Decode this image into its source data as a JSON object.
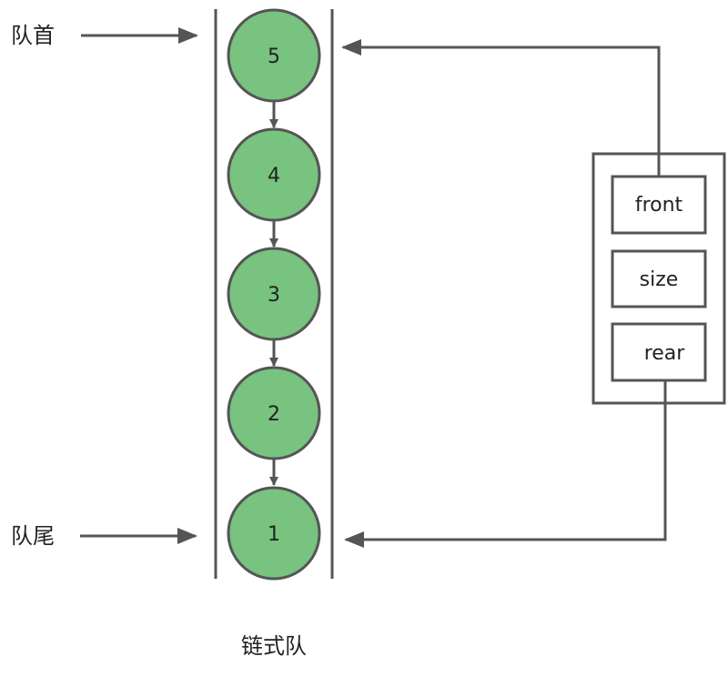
{
  "labels": {
    "head": "队首",
    "tail": "队尾",
    "caption": "链式队"
  },
  "nodes": [
    {
      "value": "5"
    },
    {
      "value": "4"
    },
    {
      "value": "3"
    },
    {
      "value": "2"
    },
    {
      "value": "1"
    }
  ],
  "queue_struct": {
    "fields": [
      "front",
      "size",
      "rear"
    ]
  },
  "colors": {
    "node_fill": "#77c37f",
    "stroke": "#555555",
    "text": "#222222"
  }
}
